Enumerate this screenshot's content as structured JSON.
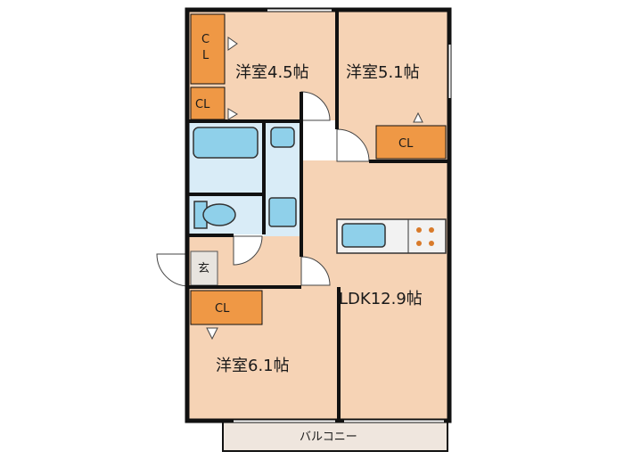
{
  "rooms": {
    "bedroom_a": "洋室4.5帖",
    "bedroom_b": "洋室5.1帖",
    "bedroom_c": "洋室6.1帖",
    "ldk": "LDK12.9帖"
  },
  "closets": {
    "cl_tall_top": "C",
    "cl_tall_bottom": "L",
    "cl_small": "CL",
    "cl_right": "CL",
    "cl_lower": "CL"
  },
  "entrance": "玄",
  "balcony": "バルコニー",
  "colors": {
    "room": "#f6d3b5",
    "closet": "#ef9845",
    "wet": "#d9ecf7",
    "fixture": "#8fd0ea",
    "wall": "#111111",
    "balcony": "#efe6de",
    "stove": "#d87a2a"
  }
}
